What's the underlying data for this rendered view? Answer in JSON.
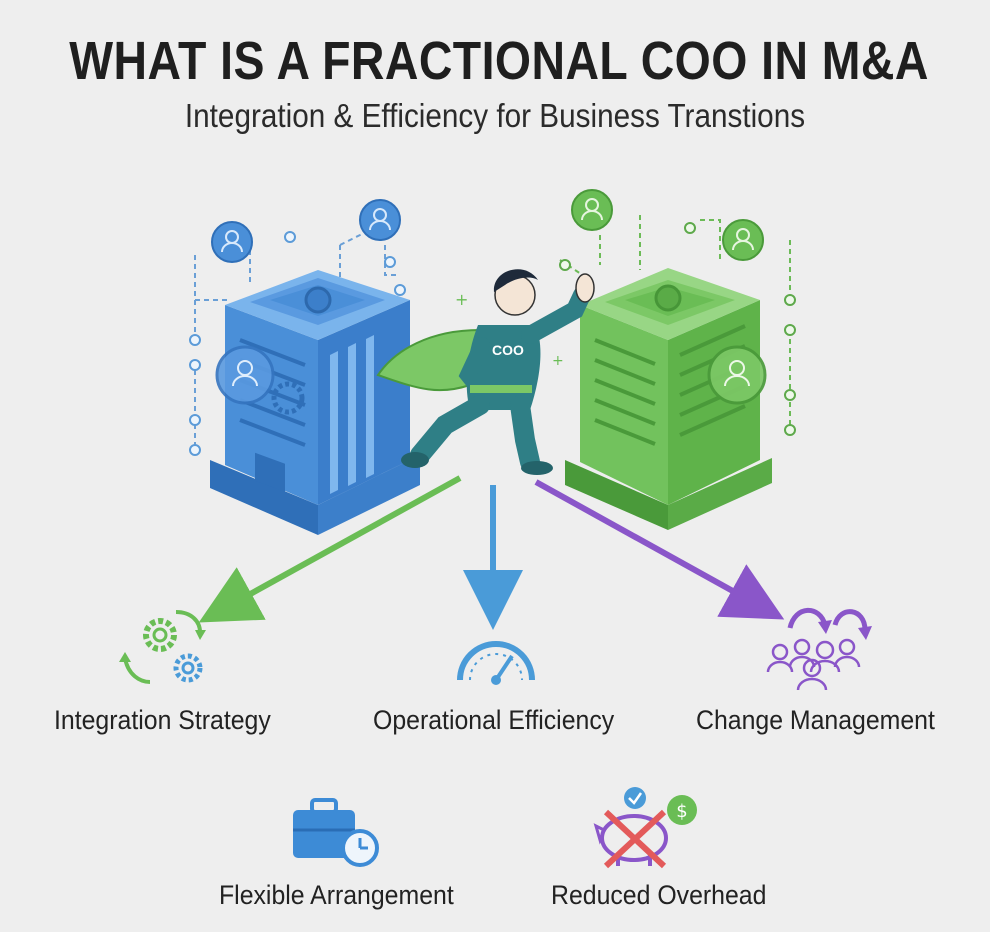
{
  "header": {
    "title": "WHAT IS A FRACTIONAL COO IN M&A",
    "subtitle": "Integration & Efficiency for Business Transtions"
  },
  "hero": {
    "badge": "COO"
  },
  "outcomes": [
    {
      "label": "Integration Strategy",
      "icon": "gears-cycle-icon",
      "color": "#6abd55"
    },
    {
      "label": "Operational Efficiency",
      "icon": "speedometer-icon",
      "color": "#4a9bd8"
    },
    {
      "label": "Change Management",
      "icon": "team-cycle-icon",
      "color": "#8a56c9"
    }
  ],
  "benefits": [
    {
      "label": "Flexible Arrangement",
      "icon": "briefcase-clock-icon"
    },
    {
      "label": "Reduced Overhead",
      "icon": "crossed-piggy-bank-icon"
    }
  ],
  "colors": {
    "blue": "#4a8fd8",
    "green": "#6abd55",
    "purple": "#8a56c9",
    "teal": "#2f7f86"
  }
}
